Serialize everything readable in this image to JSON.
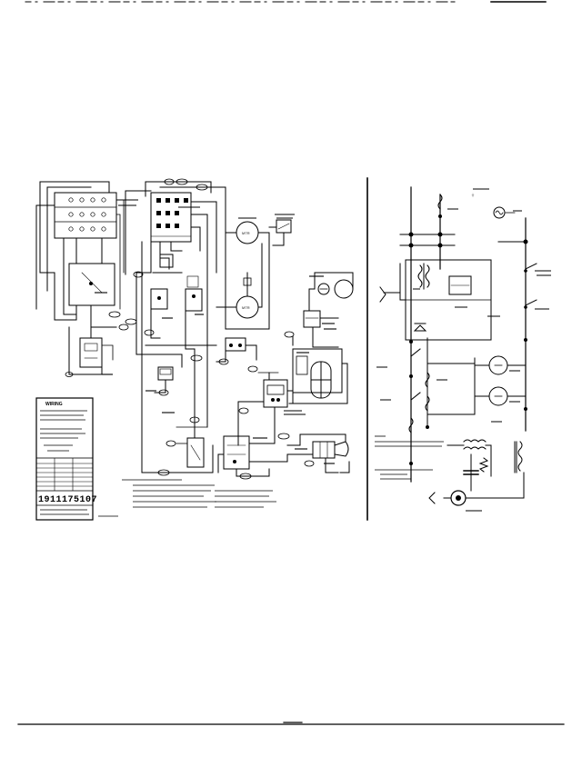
{
  "diagram": {
    "legend_header": "WIRING",
    "legend_code": "1911175107",
    "legend_rows": 8
  },
  "colors": {
    "ink": "#000000",
    "paper": "#ffffff"
  }
}
